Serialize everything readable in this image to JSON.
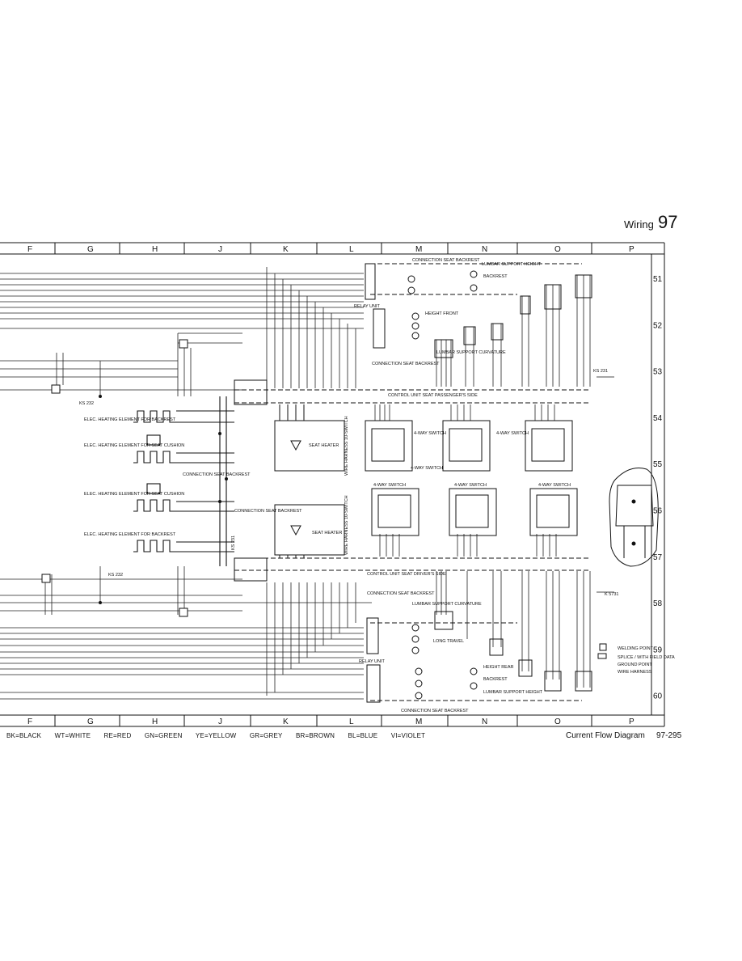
{
  "header": {
    "section": "Wiring",
    "page": "97"
  },
  "columns": [
    "F",
    "G",
    "H",
    "J",
    "K",
    "L",
    "M",
    "N",
    "O",
    "P"
  ],
  "rows": [
    "51",
    "52",
    "53",
    "54",
    "55",
    "56",
    "57",
    "58",
    "59",
    "60"
  ],
  "labels": {
    "conn_seat_backrest_top": "CONNECTION SEAT BACKREST",
    "lumbar_support_height_top": "LUMBAR SUPPORT HEIGHT",
    "backrest_top": "BACKREST",
    "height_front_top": "HEIGHT FRONT",
    "lumbar_support_curvature_top": "LUMBAR SUPPORT CURVATURE",
    "conn_seat_backrest_mid": "CONNECTION SEAT BACKREST",
    "relay_unit_top": "RELAY UNIT",
    "control_unit_pass": "CONTROL UNIT SEAT PASSENGER'S SIDE",
    "ks231": "KS 231",
    "ks232_top": "KS 232",
    "heat_backrest_1": "ELEC. HEATING ELEMENT FOR BACKREST",
    "heat_cushion_1": "ELEC. HEATING ELEMENT FOR SEAT CUSHION",
    "heat_cushion_2": "ELEC. HEATING ELEMENT FOR SEAT CUSHION",
    "heat_backrest_2": "ELEC. HEATING ELEMENT FOR BACKREST",
    "conn_seat_backrest_left": "CONNECTION SEAT BACKREST",
    "conn_seat_backrest_left2": "CONNECTION SEAT BACKREST",
    "seat_heater_1": "SEAT HEATER",
    "seat_heater_2": "SEAT HEATER",
    "wire_harness_1": "WIRE HARNESS 10-SWITCH",
    "wire_harness_2": "WIRE HARNESS 10-SWITCH",
    "four_way_1": "4-WAY SWITCH",
    "four_way_2": "4-WAY SWITCH",
    "four_way_3": "4-WAY SWITCH",
    "four_way_4": "4-WAY SWITCH",
    "four_way_5": "4-WAY SWITCH",
    "four_way_6": "4-WAY SWITCH",
    "control_unit_driver": "CONTROL UNIT SEAT DRIVER'S SIDE",
    "ks232_bot": "KS 232",
    "k5731": "K 5731",
    "conn_seat_backrest_bot1": "CONNECTION SEAT BACKREST",
    "lumbar_curvature_bot": "LUMBAR SUPPORT CURVATURE",
    "long_travel": "LONG TRAVEL",
    "height_rear": "HEIGHT REAR",
    "backrest_bot": "BACKREST",
    "lumbar_height_bot": "LUMBAR SUPPORT HEIGHT",
    "relay_unit_bot": "RELAY UNIT",
    "conn_seat_backrest_bot2": "CONNECTION SEAT BACKREST",
    "ks231_mid": "KS 231"
  },
  "key": [
    {
      "label": "WELDING POINT"
    },
    {
      "label": "SPLICE / WITH FIELD DATA"
    },
    {
      "label": "GROUND POINT"
    },
    {
      "label": "WIRE HARNESS"
    }
  ],
  "legend": [
    "BK=BLACK",
    "WT=WHITE",
    "RE=RED",
    "GN=GREEN",
    "YE=YELLOW",
    "GR=GREY",
    "BR=BROWN",
    "BL=BLUE",
    "VI=VIOLET"
  ],
  "footer": {
    "title": "Current Flow Diagram",
    "number": "97-295"
  }
}
